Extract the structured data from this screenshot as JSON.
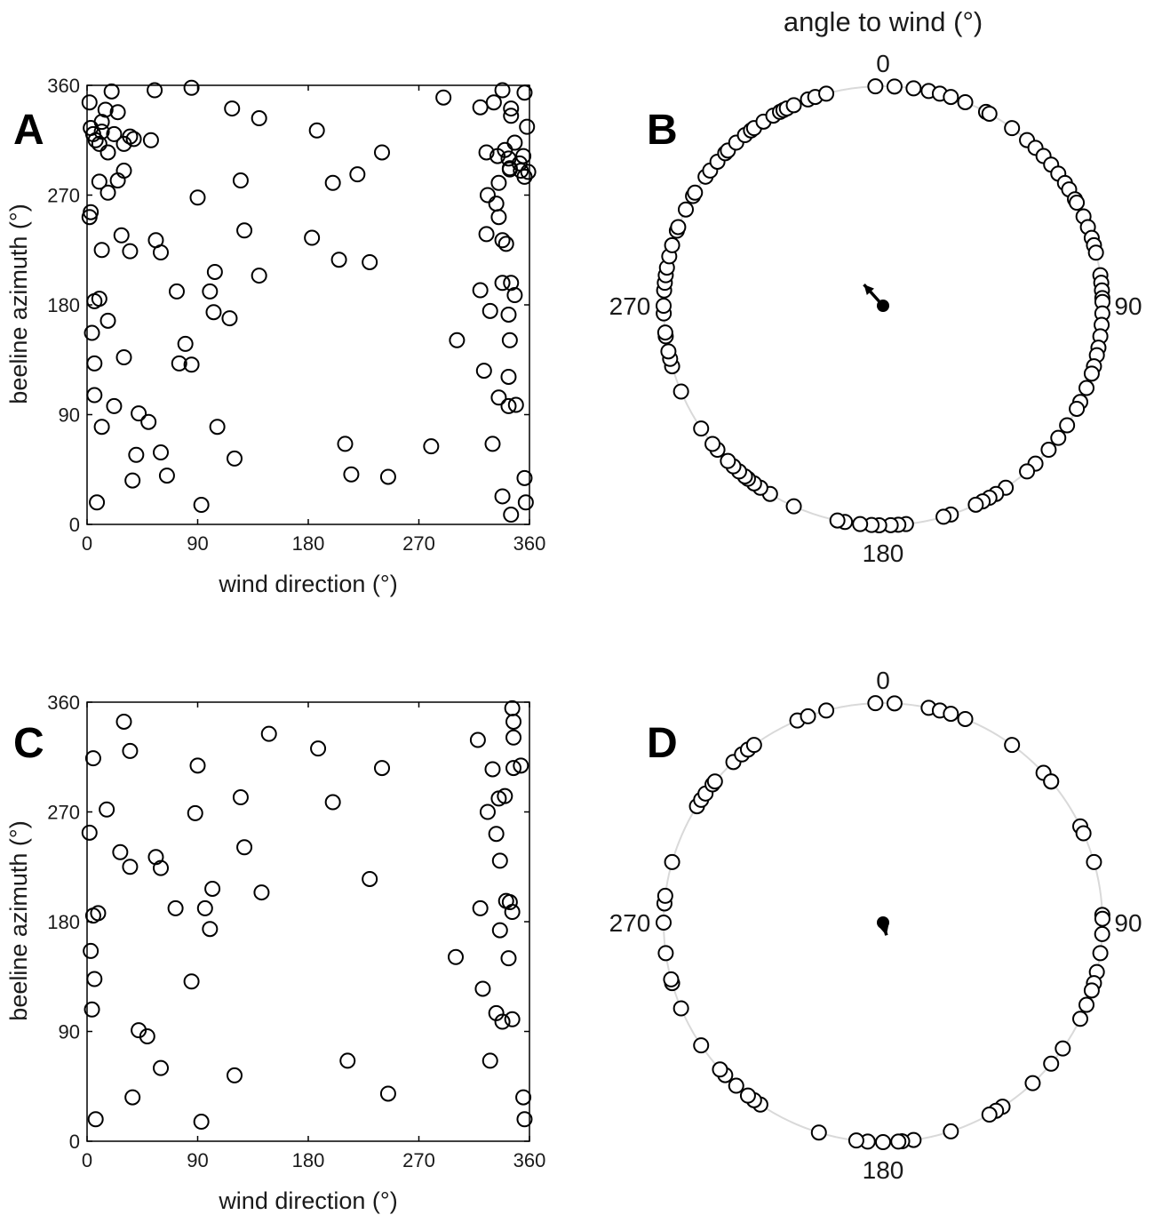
{
  "figure_title": "angle to wind (°)",
  "panels": {
    "A": "A",
    "B": "B",
    "C": "C",
    "D": "D"
  },
  "colors": {
    "axis": "#000000",
    "marker_edge": "#000000",
    "polar_circle": "#d9d9d9",
    "mean_vector": "#000000"
  },
  "chart_data": [
    {
      "panel": "A",
      "type": "scatter",
      "xlabel": "wind direction (°)",
      "ylabel": "beeline azimuth (°)",
      "xlim": [
        0,
        360
      ],
      "ylim": [
        0,
        360
      ],
      "xticks": [
        0,
        90,
        180,
        270,
        360
      ],
      "yticks": [
        0,
        90,
        180,
        270,
        360
      ],
      "marker": "open-circle",
      "points": [
        [
          2,
          346
        ],
        [
          3,
          325
        ],
        [
          5,
          320
        ],
        [
          7,
          315
        ],
        [
          12,
          330
        ],
        [
          15,
          340
        ],
        [
          20,
          355
        ],
        [
          25,
          338
        ],
        [
          12,
          322
        ],
        [
          22,
          320
        ],
        [
          10,
          312
        ],
        [
          17,
          305
        ],
        [
          30,
          312
        ],
        [
          35,
          318
        ],
        [
          38,
          316
        ],
        [
          52,
          315
        ],
        [
          55,
          356
        ],
        [
          85,
          358
        ],
        [
          118,
          341
        ],
        [
          140,
          333
        ],
        [
          187,
          323
        ],
        [
          290,
          350
        ],
        [
          30,
          290
        ],
        [
          25,
          282
        ],
        [
          10,
          281
        ],
        [
          17,
          272
        ],
        [
          90,
          268
        ],
        [
          125,
          282
        ],
        [
          200,
          280
        ],
        [
          220,
          287
        ],
        [
          240,
          305
        ],
        [
          2,
          252
        ],
        [
          3,
          256
        ],
        [
          28,
          237
        ],
        [
          56,
          233
        ],
        [
          12,
          225
        ],
        [
          35,
          224
        ],
        [
          60,
          223
        ],
        [
          128,
          241
        ],
        [
          183,
          235
        ],
        [
          205,
          217
        ],
        [
          230,
          215
        ],
        [
          104,
          207
        ],
        [
          140,
          204
        ],
        [
          100,
          191
        ],
        [
          73,
          191
        ],
        [
          6,
          183
        ],
        [
          10,
          185
        ],
        [
          17,
          167
        ],
        [
          103,
          174
        ],
        [
          116,
          169
        ],
        [
          4,
          157
        ],
        [
          30,
          137
        ],
        [
          80,
          148
        ],
        [
          75,
          132
        ],
        [
          85,
          131
        ],
        [
          6,
          132
        ],
        [
          6,
          106
        ],
        [
          22,
          97
        ],
        [
          12,
          80
        ],
        [
          42,
          91
        ],
        [
          50,
          84
        ],
        [
          106,
          80
        ],
        [
          210,
          66
        ],
        [
          280,
          64
        ],
        [
          40,
          57
        ],
        [
          60,
          59
        ],
        [
          65,
          40
        ],
        [
          120,
          54
        ],
        [
          215,
          41
        ],
        [
          37,
          36
        ],
        [
          245,
          39
        ],
        [
          8,
          18
        ],
        [
          93,
          16
        ],
        [
          320,
          342
        ],
        [
          331,
          346
        ],
        [
          338,
          356
        ],
        [
          345,
          341
        ],
        [
          356,
          354
        ],
        [
          325,
          305
        ],
        [
          334,
          302
        ],
        [
          340,
          307
        ],
        [
          343,
          300
        ],
        [
          344,
          292
        ],
        [
          355,
          302
        ],
        [
          356,
          285
        ],
        [
          335,
          280
        ],
        [
          326,
          270
        ],
        [
          333,
          263
        ],
        [
          325,
          238
        ],
        [
          335,
          252
        ],
        [
          338,
          233
        ],
        [
          341,
          230
        ],
        [
          320,
          192
        ],
        [
          328,
          175
        ],
        [
          338,
          198
        ],
        [
          345,
          198
        ],
        [
          348,
          188
        ],
        [
          343,
          172
        ],
        [
          344,
          151
        ],
        [
          301,
          151
        ],
        [
          323,
          126
        ],
        [
          343,
          121
        ],
        [
          335,
          104
        ],
        [
          343,
          97
        ],
        [
          349,
          98
        ],
        [
          330,
          66
        ],
        [
          338,
          23
        ],
        [
          356,
          38
        ],
        [
          345,
          8
        ],
        [
          357,
          18
        ],
        [
          358,
          326
        ],
        [
          345,
          335
        ],
        [
          348,
          313
        ],
        [
          352,
          296
        ],
        [
          353,
          290
        ],
        [
          344,
          291
        ],
        [
          359,
          289
        ]
      ]
    },
    {
      "panel": "B",
      "type": "scatter",
      "subtype": "polar",
      "theta_labels": [
        "0",
        "90",
        "180",
        "270"
      ],
      "theta_ticks_deg": [
        0,
        90,
        180,
        270
      ],
      "marker": "open-circle",
      "angles_deg": [
        358,
        3,
        8,
        12,
        15,
        18,
        22,
        28,
        29,
        36,
        41,
        44,
        47,
        50,
        53,
        56,
        58,
        61,
        62,
        66,
        69,
        72,
        74,
        76,
        82,
        84,
        86,
        88,
        89,
        92,
        95,
        98,
        101,
        103,
        106,
        108,
        112,
        116,
        118,
        123,
        127,
        131,
        136,
        139,
        146,
        149,
        151,
        153,
        155,
        162,
        164,
        174,
        176,
        178,
        181,
        183,
        186,
        190,
        192,
        204,
        211,
        214,
        216,
        218,
        219,
        221,
        223,
        225,
        229,
        231,
        236,
        247,
        254,
        256,
        258,
        262,
        263,
        268,
        270,
        274,
        276,
        278,
        280,
        283,
        286,
        290,
        291,
        296,
        300,
        301,
        306,
        308,
        311,
        314,
        315,
        318,
        321,
        323,
        324,
        327,
        330,
        332,
        333,
        334,
        336,
        340,
        342,
        345
      ],
      "mean_vector": {
        "direction_deg": 318,
        "length": 0.13
      }
    },
    {
      "panel": "C",
      "type": "scatter",
      "xlabel": "wind direction (°)",
      "ylabel": "beeline azimuth (°)",
      "xlim": [
        0,
        360
      ],
      "ylim": [
        0,
        360
      ],
      "xticks": [
        0,
        90,
        180,
        270,
        360
      ],
      "yticks": [
        0,
        90,
        180,
        270,
        360
      ],
      "marker": "open-circle",
      "points": [
        [
          30,
          344
        ],
        [
          5,
          314
        ],
        [
          35,
          320
        ],
        [
          90,
          308
        ],
        [
          148,
          334
        ],
        [
          188,
          322
        ],
        [
          240,
          306
        ],
        [
          125,
          282
        ],
        [
          200,
          278
        ],
        [
          16,
          272
        ],
        [
          88,
          269
        ],
        [
          2,
          253
        ],
        [
          27,
          237
        ],
        [
          56,
          233
        ],
        [
          35,
          225
        ],
        [
          60,
          224
        ],
        [
          128,
          241
        ],
        [
          230,
          215
        ],
        [
          102,
          207
        ],
        [
          142,
          204
        ],
        [
          72,
          191
        ],
        [
          96,
          191
        ],
        [
          5,
          185
        ],
        [
          9,
          187
        ],
        [
          100,
          174
        ],
        [
          3,
          156
        ],
        [
          6,
          133
        ],
        [
          85,
          131
        ],
        [
          4,
          108
        ],
        [
          42,
          91
        ],
        [
          49,
          86
        ],
        [
          60,
          60
        ],
        [
          212,
          66
        ],
        [
          120,
          54
        ],
        [
          37,
          36
        ],
        [
          245,
          39
        ],
        [
          7,
          18
        ],
        [
          93,
          16
        ],
        [
          346,
          355
        ],
        [
          347,
          344
        ],
        [
          318,
          329
        ],
        [
          347,
          331
        ],
        [
          330,
          305
        ],
        [
          347,
          306
        ],
        [
          353,
          308
        ],
        [
          335,
          281
        ],
        [
          326,
          270
        ],
        [
          333,
          252
        ],
        [
          336,
          230
        ],
        [
          320,
          191
        ],
        [
          341,
          197
        ],
        [
          344,
          196
        ],
        [
          346,
          188
        ],
        [
          336,
          173
        ],
        [
          343,
          150
        ],
        [
          300,
          151
        ],
        [
          322,
          125
        ],
        [
          333,
          105
        ],
        [
          338,
          98
        ],
        [
          346,
          100
        ],
        [
          328,
          66
        ],
        [
          355,
          36
        ],
        [
          356,
          18
        ],
        [
          340,
          283
        ]
      ]
    },
    {
      "panel": "D",
      "type": "scatter",
      "subtype": "polar",
      "theta_labels": [
        "0",
        "90",
        "180",
        "270"
      ],
      "theta_ticks_deg": [
        0,
        90,
        180,
        270
      ],
      "marker": "open-circle",
      "angles_deg": [
        358,
        3,
        12,
        15,
        18,
        22,
        36,
        47,
        50,
        50,
        64,
        66,
        74,
        88,
        89,
        93,
        98,
        103,
        106,
        108,
        112,
        116,
        125,
        130,
        137,
        147,
        149,
        151,
        162,
        172,
        175,
        176,
        180,
        184,
        187,
        197,
        214,
        216,
        218,
        222,
        226,
        228,
        236,
        247,
        254,
        255,
        262,
        270,
        275,
        277,
        286,
        302,
        304,
        306,
        309,
        310,
        317,
        320,
        322,
        324,
        337,
        340,
        345
      ],
      "mean_vector": {
        "direction_deg": 165,
        "length": 0.06
      }
    }
  ]
}
